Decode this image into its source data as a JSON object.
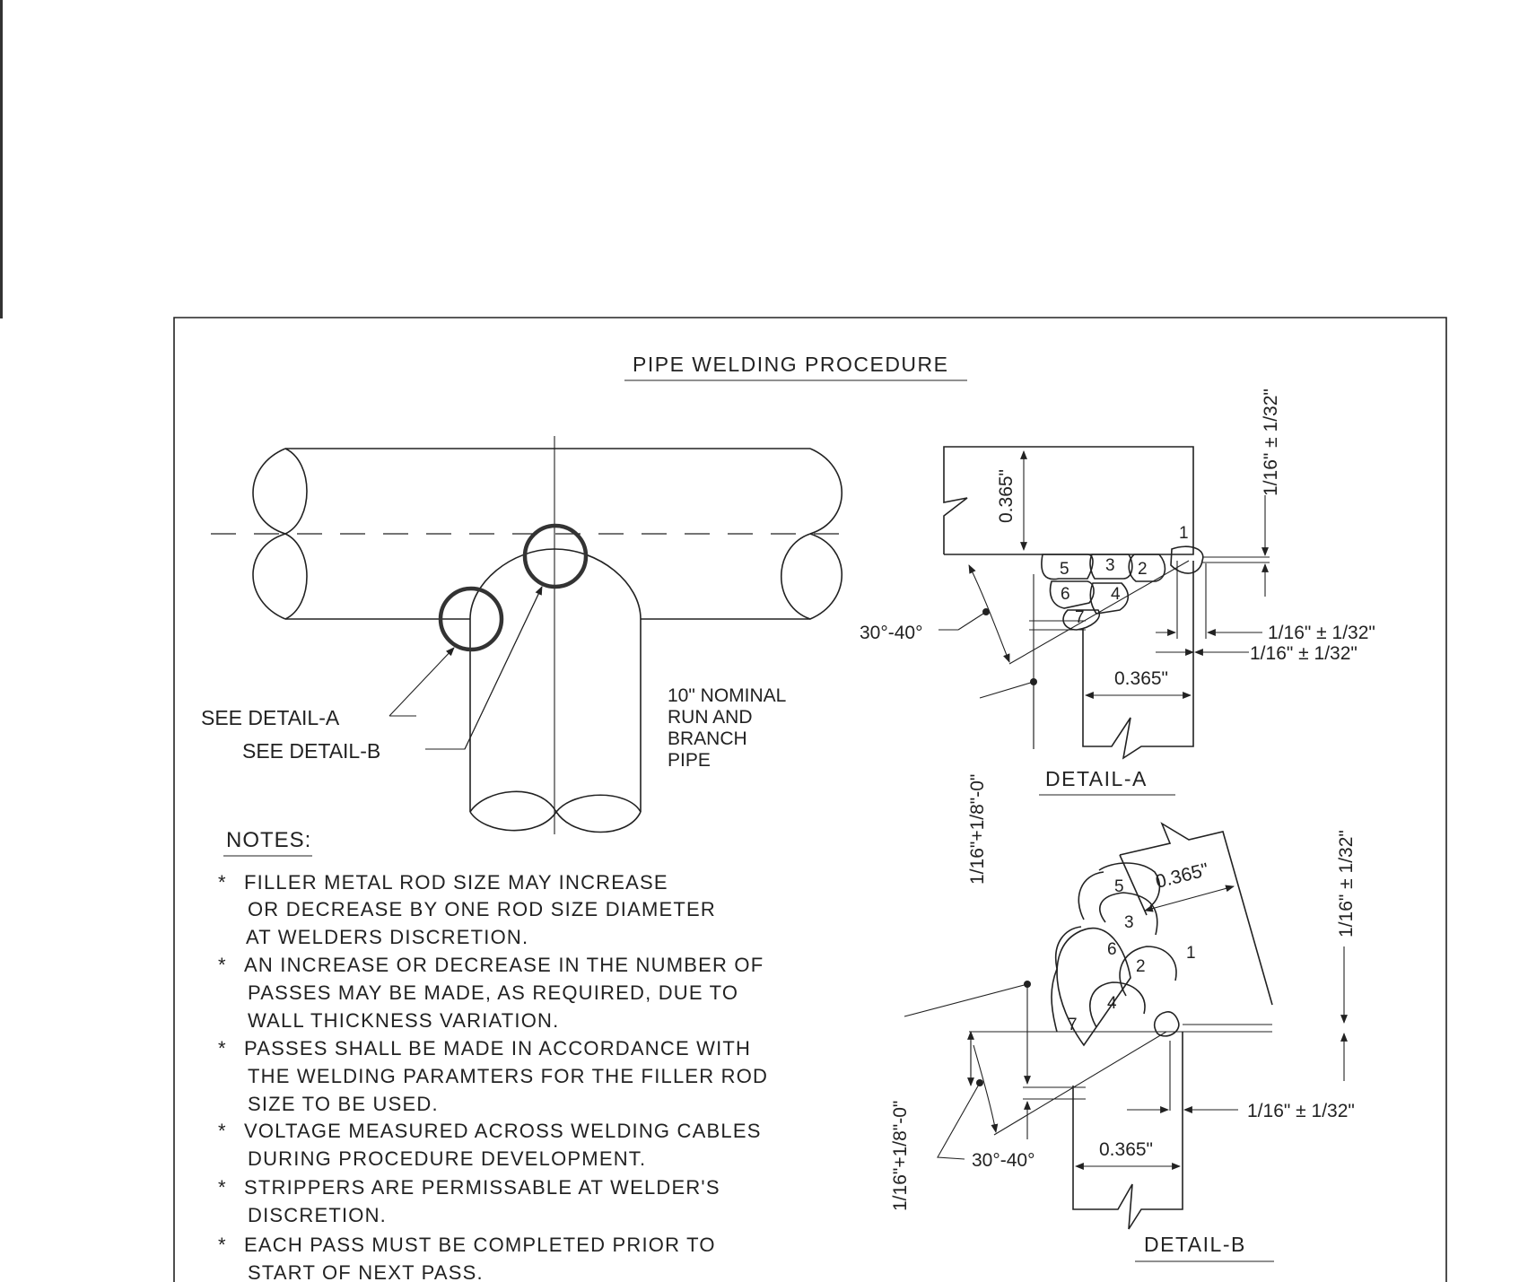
{
  "title": "PIPE WELDING PROCEDURE",
  "labels": {
    "see_detail_a": "SEE DETAIL-A",
    "see_detail_b": "SEE DETAIL-B",
    "pipe_note": [
      "10\" NOMINAL",
      "RUN AND",
      "BRANCH",
      "PIPE"
    ],
    "detail_a": "DETAIL-A",
    "detail_b": "DETAIL-B"
  },
  "detail_a": {
    "wall_thickness": "0.365\"",
    "wall_thickness_bottom": "0.365\"",
    "angle": "30°-40°",
    "gap_right": "1/16\" ± 1/32\"",
    "root_face_1": "1/16\" ± 1/32\"",
    "root_face_2": "1/16\" ± 1/32\"",
    "root_opening": "1/16\"+1/8\"-0\"",
    "passes": [
      "1",
      "2",
      "3",
      "4",
      "5",
      "6",
      "7"
    ]
  },
  "detail_b": {
    "wall_thickness_top": "0.365\"",
    "wall_thickness_bottom": "0.365\"",
    "angle": "30°-40°",
    "gap_right": "1/16\" ± 1/32\"",
    "root_face": "1/16\" ± 1/32\"",
    "root_opening": "1/16\"+1/8\"-0\"",
    "passes": [
      "1",
      "2",
      "3",
      "4",
      "5",
      "6",
      "7"
    ]
  },
  "notes": {
    "heading": "NOTES:",
    "items": [
      [
        "FILLER METAL ROD SIZE MAY INCREASE",
        "OR DECREASE BY ONE ROD SIZE DIAMETER",
        "AT WELDERS DISCRETION."
      ],
      [
        "AN INCREASE OR DECREASE IN THE NUMBER OF",
        "PASSES MAY BE MADE, AS REQUIRED, DUE TO",
        "WALL THICKNESS VARIATION."
      ],
      [
        "PASSES SHALL BE MADE IN ACCORDANCE WITH",
        "THE WELDING PARAMTERS FOR THE FILLER ROD",
        "SIZE TO BE USED."
      ],
      [
        "VOLTAGE MEASURED ACROSS WELDING CABLES",
        "DURING PROCEDURE DEVELOPMENT."
      ],
      [
        "STRIPPERS ARE PERMISSABLE AT WELDER'S",
        "DISCRETION."
      ],
      [
        "EACH PASS MUST BE COMPLETED PRIOR TO",
        "START OF NEXT PASS."
      ]
    ],
    "bullet": "*"
  }
}
